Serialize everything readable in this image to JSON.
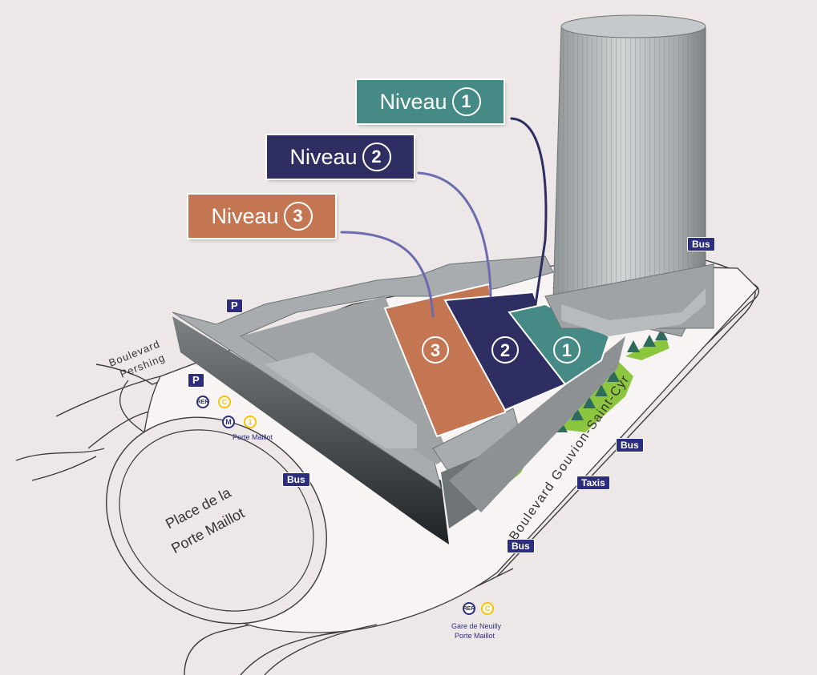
{
  "levels": [
    {
      "word": "Niveau",
      "num": "1",
      "color": "#468a86"
    },
    {
      "word": "Niveau",
      "num": "2",
      "color": "#2f2e63"
    },
    {
      "word": "Niveau",
      "num": "3",
      "color": "#c47552"
    }
  ],
  "zone_numbers": [
    "3",
    "2",
    "1"
  ],
  "streets": {
    "pershing": "Boulevard Pershing",
    "pershing_line1": "Boulevard",
    "pershing_line2": "Pershing",
    "gouvion": "Boulevard Gouvion-Saint-Cyr",
    "place": "Place de la\nPorte Maillot"
  },
  "transport": {
    "parking": "P",
    "bus": "Bus",
    "taxis": "Taxis",
    "rer": "RER",
    "rer_line": "C",
    "metro": "M",
    "metro_line": "1",
    "station_porte_maillot": "Porte Maillot",
    "station_gare_line1": "Gare de Neuilly",
    "station_gare_line2": "Porte Maillot"
  },
  "colors": {
    "background": "#ede8e7",
    "road": "#f7f4f3",
    "building_grey": "#a8acae",
    "tower": "#b9bdbf",
    "trees": "#8cc63f",
    "transport_blue": "#2d2d7e",
    "rer_yellow": "#f5c400"
  }
}
